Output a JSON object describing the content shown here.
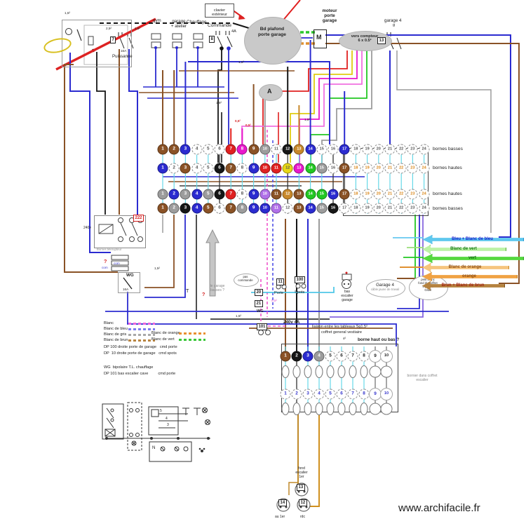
{
  "watermark": "www.archifacile.fr",
  "labels": {
    "gym": "gym",
    "garage_atelier": "garage\n+ atelier",
    "chauffage": "Chauffage",
    "clavier": "clavier\nextérieur",
    "commande": "Commande",
    "commande_num": "8",
    "commande_amp": "4A",
    "puissance": "Puissance",
    "puissance_num": "7",
    "puissance_amp": "16A",
    "bd_plafond": "Bd plafond\nporte garage",
    "moteur": "moteur\nporte\ngarage",
    "m": "M",
    "vers_compteur": "vers compteur\n6 x 0.5²",
    "garage4_top": "garage 4",
    "garage4_g": "g",
    "garage4_num": "13",
    "a": "A",
    "relay_num": "222",
    "relay_v": "240v",
    "relay_note": "Bornes  télérupteur",
    "wg": "WG",
    "wg_amp": "16A",
    "com": "com",
    "q": "?",
    "garage_q": "le garage\nbasses ?",
    "pas_commande": "pas\ncommande",
    "t": "T",
    "b11": "11",
    "b11_l": "Porte",
    "b100": "100",
    "b100_l": "Spots",
    "b20": "20",
    "b21": "21",
    "wg2": "WG",
    "b101": "101",
    "v240": "240v  4A",
    "liaison": "liaison entre les tableaux 5g1.5²",
    "coffret": "coffret general vestiaire",
    "borne_q": "borne haut ou bas ?",
    "garage4_mid": "Garage 4",
    "garage4_mid_sub": "câble jaune de travail",
    "bas_escalier": "bas\nescalier\ngarage",
    "petit_blanc": "petit blanc\nfond du coffret\n4 paires\nGrtal",
    "bornier": "bornier dans coffret\nescalier",
    "fond_escalier": "fond\nescalier\n1er",
    "c13": "13",
    "c12": "12",
    "c14": "14",
    "au_1er": "au 1er",
    "rdc": "rdc",
    "n": "N",
    "s5": "5",
    "s4": "4",
    "s3": "3",
    "s15": "1,5²",
    "s25": "2,5²",
    "s05": "0,5²",
    "s4sq": "4²"
  },
  "main_block": {
    "row_labels": [
      "bornes basses",
      "bornes hautes",
      "bornes hautes",
      "bornes basses"
    ],
    "rows": [
      [
        "brown",
        "brown",
        "blue",
        "white",
        "white",
        "white",
        "red",
        "magenta",
        "brown",
        "gray",
        "white",
        "black",
        "tan",
        "blue",
        "white",
        "white",
        "blue",
        "white",
        "white",
        "white",
        "white",
        "white",
        "white",
        "white"
      ],
      [
        "blue",
        "white",
        "brown",
        "white",
        "white",
        "black",
        "brown",
        "white",
        "blue",
        "red",
        "red",
        "yellow",
        "magenta",
        "green",
        "gray",
        "white",
        "brown",
        "white",
        "white",
        "white",
        "white",
        "white",
        "white",
        "white"
      ],
      [
        "gray",
        "blue",
        "gray",
        "blue",
        "gray",
        "black",
        "red",
        "white",
        "blue",
        "purple",
        "brown",
        "tan",
        "brown",
        "green",
        "green",
        "blue",
        "brown",
        "white",
        "white",
        "white",
        "white",
        "white",
        "white",
        "white"
      ],
      [
        "brown",
        "gray",
        "black",
        "blue",
        "brown",
        "white",
        "brown",
        "gray",
        "blue",
        "blue",
        "purple",
        "white",
        "brown",
        "blue",
        "gray",
        "black",
        "white",
        "white",
        "white",
        "white",
        "white",
        "white",
        "white",
        "white"
      ]
    ]
  },
  "bottom_block": {
    "row_a": [
      "brown",
      "black",
      "blue",
      "gray",
      "white",
      "white",
      "white",
      "white",
      "white",
      "white"
    ]
  },
  "arrows": [
    {
      "label": "Bleu + Blanc de bleu",
      "fill": "#5fc8ee",
      "edge": "#2090cc",
      "text_color": "#1515cc"
    },
    {
      "label": "Blanc de vert",
      "fill": "#bdf2a6",
      "edge": "#55aa33",
      "text_color": "#117711"
    },
    {
      "label": "vert",
      "fill": "#55d83e",
      "edge": "#2a9a1f",
      "text_color": "#0a6a0a"
    },
    {
      "label": "Blanc de orange",
      "fill": "#f6c57e",
      "edge": "#c88828",
      "text_color": "#8a4a10"
    },
    {
      "label": "orange",
      "fill": "#f0a243",
      "edge": "#c07818",
      "text_color": "#8a4a10"
    },
    {
      "label": "Brun + Blanc de brun",
      "fill": "#b5823f",
      "edge": "#7a5018",
      "text_color": "#a02010"
    }
  ],
  "legend": {
    "swatches": [
      {
        "label": "Blanc",
        "color": "#ee66dd"
      },
      {
        "label": "Blanc de bleu",
        "color": "#7b7bee"
      },
      {
        "label": "Blanc de gris",
        "color": "#a8a8a8"
      },
      {
        "label": "Blanc de brun",
        "color": "#b88440"
      },
      {
        "label": "Blanc de orange",
        "color": "#e89030"
      },
      {
        "label": "Blanc de vert",
        "color": "#38c838"
      }
    ],
    "lines": [
      "DP 100 droite porte de garage   cmd porte",
      "DP  10 droite porte de garage   cmd spots",
      "WG  bipolaire T.L. chauffage",
      "DP 101 bas escalier cave         cmd porte"
    ]
  }
}
